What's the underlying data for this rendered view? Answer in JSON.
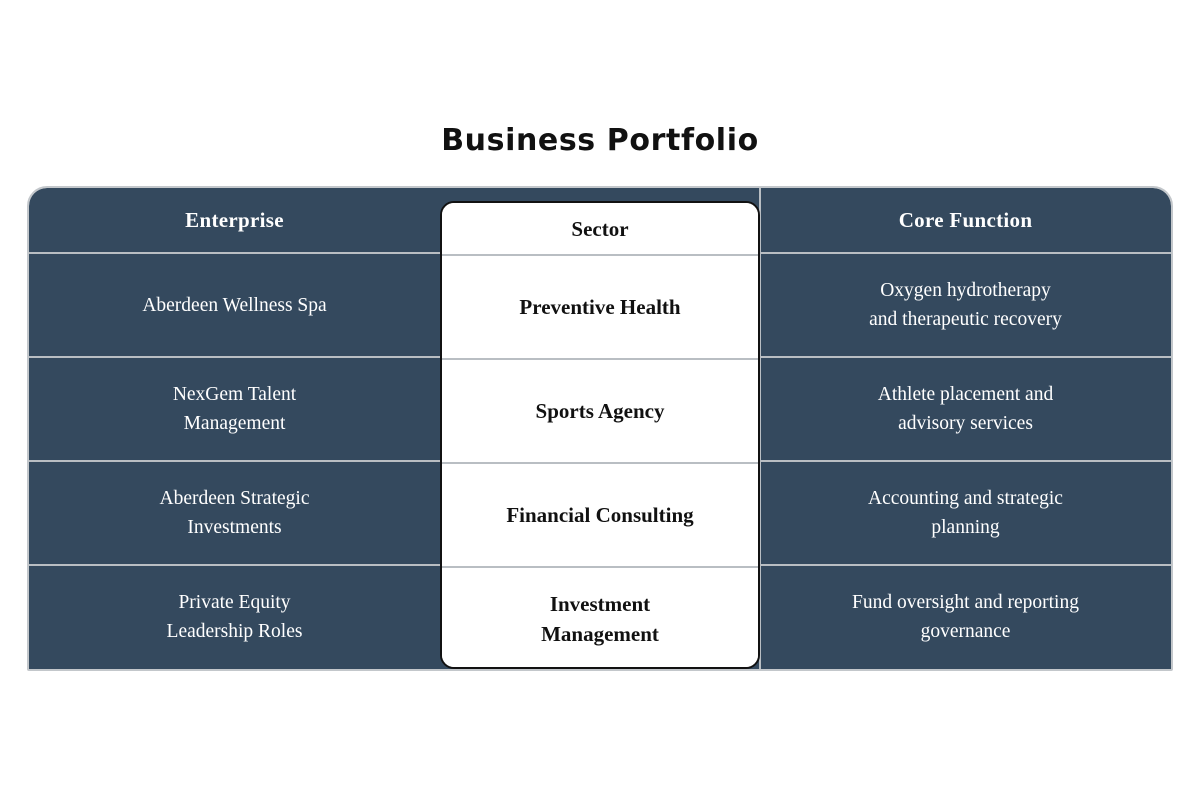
{
  "title": "Business Portfolio",
  "theme": {
    "panel_navy": "#34495E",
    "panel_text": "#FFFFFF",
    "highlight_bg": "#FFFFFF",
    "highlight_text": "#111111",
    "highlight_border": "#111111",
    "separator": "#B9BEC3",
    "page_bg": "#FFFFFF"
  },
  "table": {
    "columns": [
      {
        "key": "enterprise",
        "label": "Enterprise",
        "highlighted": false
      },
      {
        "key": "sector",
        "label": "Sector",
        "highlighted": true
      },
      {
        "key": "core_function",
        "label": "Core Function",
        "highlighted": false
      }
    ],
    "rows": [
      {
        "enterprise": "Aberdeen Wellness Spa",
        "sector": "Preventive Health",
        "core_function_line1": "Oxygen hydrotherapy",
        "core_function_line2": "and therapeutic recovery"
      },
      {
        "enterprise_line1": "NexGem Talent",
        "enterprise_line2": "Management",
        "sector": "Sports Agency",
        "core_function_line1": "Athlete placement and",
        "core_function_line2": "advisory services"
      },
      {
        "enterprise_line1": "Aberdeen Strategic",
        "enterprise_line2": "Investments",
        "sector": "Financial Consulting",
        "core_function_line1": "Accounting and strategic",
        "core_function_line2": "planning"
      },
      {
        "enterprise_line1": "Private Equity",
        "enterprise_line2": "Leadership Roles",
        "sector_line1": "Investment",
        "sector_line2": "Management",
        "core_function_line1": "Fund oversight and reporting",
        "core_function_line2": "governance"
      }
    ]
  }
}
